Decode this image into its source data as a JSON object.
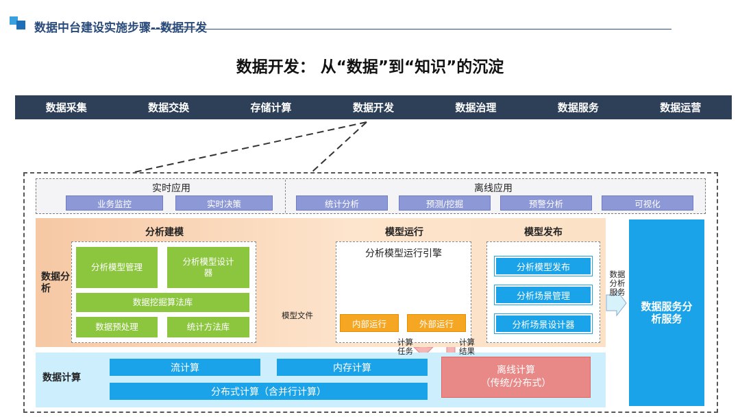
{
  "header": {
    "page_title": "数据中台建设实施步骤--数据开发",
    "subtitle": "数据开发： 从“数据”到“知识”的沉淀"
  },
  "nav": [
    "数据采集",
    "数据交换",
    "存储计算",
    "数据开发",
    "数据治理",
    "数据服务",
    "数据运营"
  ],
  "applications": {
    "realtime": {
      "title": "实时应用",
      "items": [
        "业务监控",
        "实时决策"
      ]
    },
    "offline": {
      "title": "离线应用",
      "items": [
        "统计分析",
        "预测/挖掘",
        "预警分析",
        "可视化"
      ]
    }
  },
  "analysis": {
    "label": "数据分析",
    "modeling": {
      "title": "分析建模",
      "items": [
        "分析模型管理",
        "分析模型设计器",
        "数据挖掘算法库",
        "数据预处理",
        "统计方法库"
      ]
    },
    "model_file": "模型文件",
    "running": {
      "title": "模型运行",
      "engine": "分析模型运行引擎",
      "internal": "内部运行",
      "external": "外部运行"
    },
    "publishing": {
      "title": "模型发布",
      "items": [
        "分析模型发布",
        "分析场景管理",
        "分析场景设计器"
      ]
    },
    "service_arrow_label": "数据分析服务"
  },
  "service_box": "数据服务分析服务",
  "compute": {
    "label": "数据计算",
    "stream": "流计算",
    "memory": "内存计算",
    "distributed": "分布式计算（含并行计算）",
    "offline": {
      "line1": "离线计算",
      "line2": "（传统/分布式）"
    },
    "task_label": "计算任务",
    "result_label": "计算结果"
  },
  "colors": {
    "nav_bg": "#2e3f58",
    "accent_blue": "#1aa3e8",
    "green": "#8cc63f",
    "orange": "#f5a623",
    "offline_red": "#e88887",
    "app_chip": "#8d98d6"
  }
}
